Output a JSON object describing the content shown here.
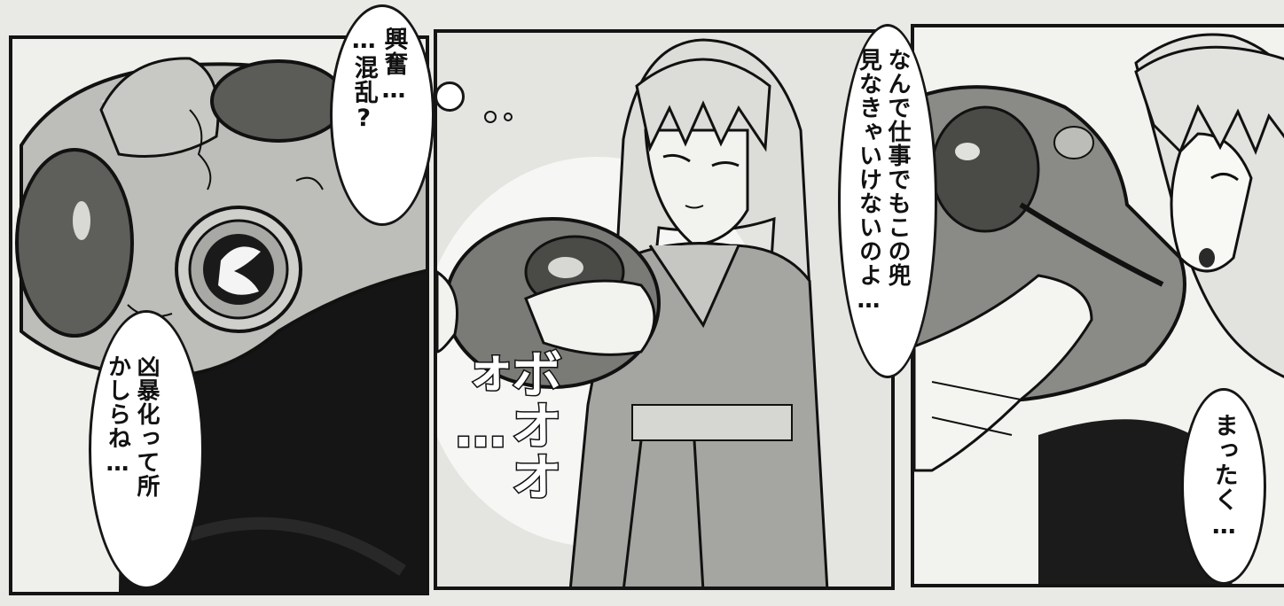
{
  "panels": {
    "left": {
      "bubble_top": "興奮…\n…混乱?",
      "bubble_bottom": "凶暴化って所\nかしらね…"
    },
    "middle": {
      "sfx": "ボオオォ…"
    },
    "right": {
      "bubble_top": "なんで仕事でもこの兜\n見なきゃいけないのよ…",
      "bubble_bottom": "まったく…"
    }
  }
}
